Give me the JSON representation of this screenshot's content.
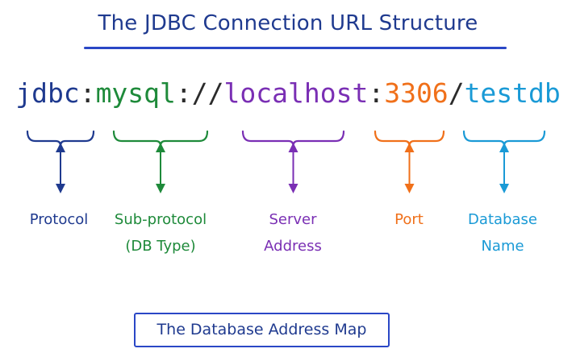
{
  "title": "The JDBC Connection URL Structure",
  "url": {
    "protocol": "jdbc",
    "sep1": ":",
    "subprotocol": "mysql",
    "sep2": "://",
    "server": "localhost",
    "sep3": ":",
    "port": "3306",
    "sep4": "/",
    "database": "testdb"
  },
  "parts": [
    {
      "key": "protocol",
      "lines": [
        "Protocol"
      ],
      "color": "#1f3a8f"
    },
    {
      "key": "subprotocol",
      "lines": [
        "Sub-protocol",
        "(DB Type)"
      ],
      "color": "#1e8a3a"
    },
    {
      "key": "server",
      "lines": [
        "Server",
        "Address"
      ],
      "color": "#7a2fb4"
    },
    {
      "key": "port",
      "lines": [
        "Port"
      ],
      "color": "#f0701a"
    },
    {
      "key": "database",
      "lines": [
        "Database",
        "Name"
      ],
      "color": "#1a9ad6"
    }
  ],
  "footer_box": "The Database Address Map"
}
